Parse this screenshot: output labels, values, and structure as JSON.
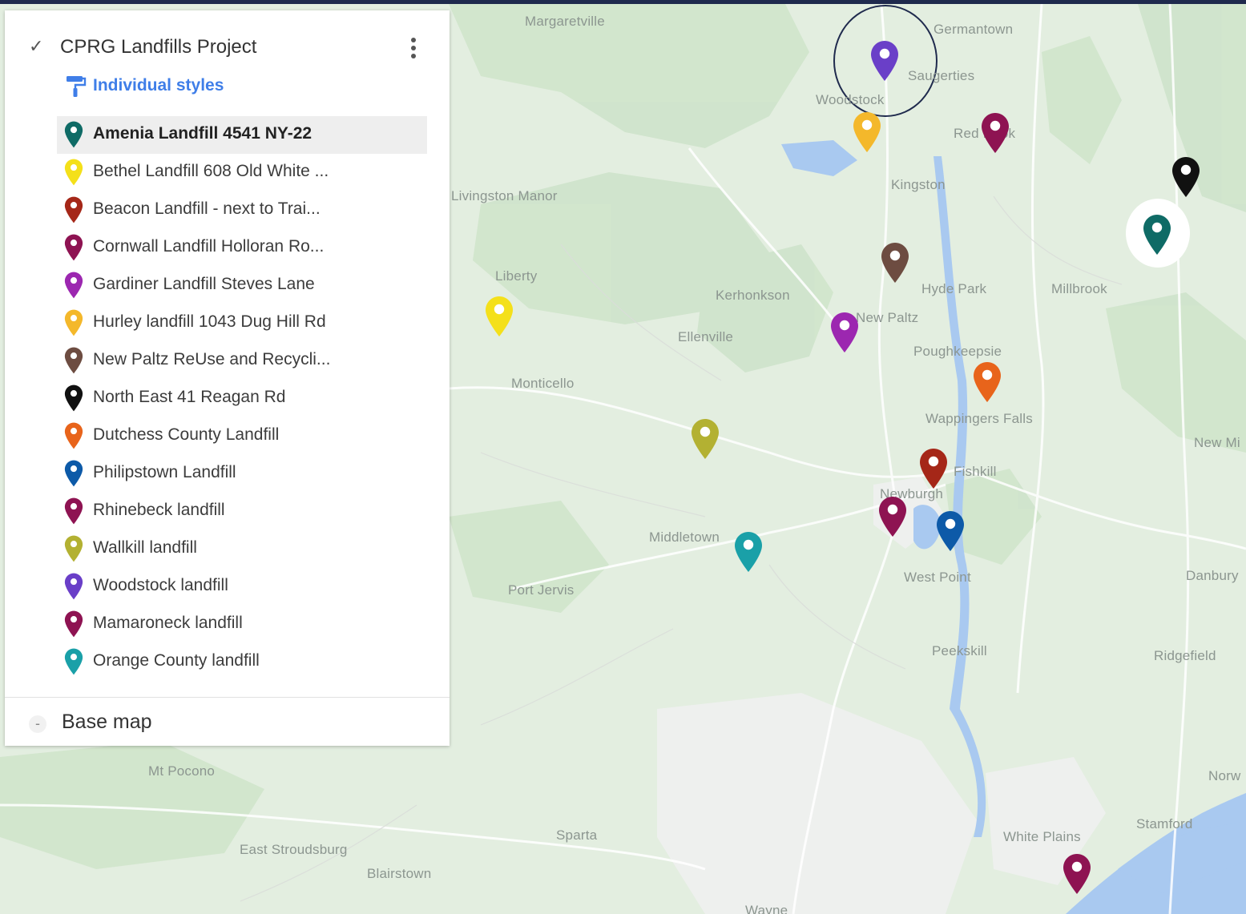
{
  "panel": {
    "layer_title": "CPRG Landfills Project",
    "checkbox_glyph": "✓",
    "styles_label": "Individual styles",
    "items": [
      {
        "label": "Amenia Landfill 4541 NY-22",
        "color": "#0f6b66",
        "selected": true
      },
      {
        "label": "Bethel Landfill 608 Old White ...",
        "color": "#f4e01a"
      },
      {
        "label": "Beacon  Landfill - next to Trai...",
        "color": "#a52718"
      },
      {
        "label": "Cornwall Landfill Holloran Ro...",
        "color": "#8e1352"
      },
      {
        "label": "Gardiner Landfill Steves Lane",
        "color": "#9c27b0"
      },
      {
        "label": "Hurley landfill 1043 Dug Hill Rd",
        "color": "#f4b82b"
      },
      {
        "label": "New Paltz ReUse and Recycli...",
        "color": "#6d4c41"
      },
      {
        "label": "North East 41 Reagan Rd",
        "color": "#111111"
      },
      {
        "label": "Dutchess County Landfill",
        "color": "#e8641b"
      },
      {
        "label": "Philipstown Landfill",
        "color": "#0d5aa8"
      },
      {
        "label": "Rhinebeck landfill",
        "color": "#8e1352"
      },
      {
        "label": "Wallkill landfill",
        "color": "#b3b132"
      },
      {
        "label": "Woodstock landfill",
        "color": "#6a3fc8"
      },
      {
        "label": "Mamaroneck landfill",
        "color": "#8e1352"
      },
      {
        "label": "Orange County landfill",
        "color": "#1aa0a8"
      }
    ],
    "base_toggle_glyph": "-",
    "base_map_label": "Base map"
  },
  "map": {
    "places": [
      "Margaretville",
      "Germantown",
      "Saugerties",
      "Woodstock",
      "Red Hook",
      "Kingston",
      "Livingston Manor",
      "Liberty",
      "Kerhonkson",
      "Hyde Park",
      "Millbrook",
      "Ellenville",
      "New Paltz",
      "Poughkeepsie",
      "Monticello",
      "Wappingers Falls",
      "New Mi",
      "Fishkill",
      "Newburgh",
      "Middletown",
      "West Point",
      "Port Jervis",
      "Danbury",
      "Peekskill",
      "Ridgefield",
      "Mt Pocono",
      "Norw",
      "Stamford",
      "Sparta",
      "East Stroudsburg",
      "Blairstown",
      "White Plains",
      "Wayne"
    ]
  }
}
